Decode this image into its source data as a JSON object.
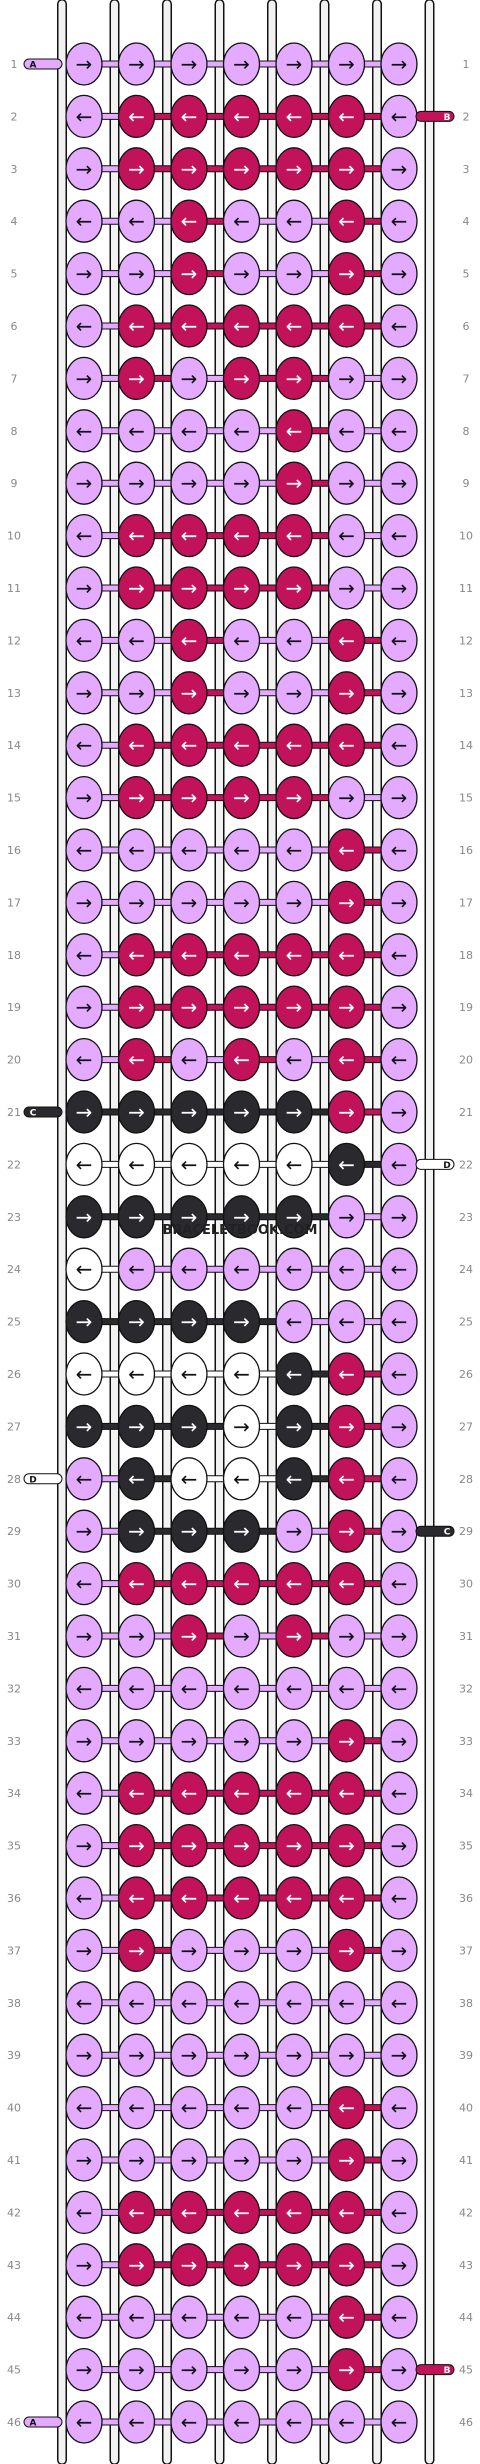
{
  "watermark": "BRACELETBOOK.COM",
  "colors": {
    "A": "#e4aaff",
    "B": "#c2135a",
    "C": "#2a2a2e",
    "D": "#ffffff",
    "outline": "#111111",
    "strand": "#f2f2f2"
  },
  "strand_tags": {
    "left": [
      {
        "row": 1,
        "letter": "A",
        "color": "A"
      },
      {
        "row": 21,
        "letter": "C",
        "color": "C"
      },
      {
        "row": 28,
        "letter": "D",
        "color": "D"
      },
      {
        "row": 46,
        "letter": "A",
        "color": "A"
      }
    ],
    "right": [
      {
        "row": 2,
        "letter": "B",
        "color": "B"
      },
      {
        "row": 22,
        "letter": "D",
        "color": "D"
      },
      {
        "row": 29,
        "letter": "C",
        "color": "C"
      },
      {
        "row": 45,
        "letter": "B",
        "color": "B"
      }
    ]
  },
  "row_numbers": [
    "1",
    "2",
    "3",
    "4",
    "5",
    "6",
    "7",
    "8",
    "9",
    "10",
    "11",
    "12",
    "13",
    "14",
    "15",
    "16",
    "17",
    "18",
    "19",
    "20",
    "21",
    "22",
    "23",
    "24",
    "25",
    "26",
    "27",
    "28",
    "29",
    "30",
    "31",
    "32",
    "33",
    "34",
    "35",
    "36",
    "37",
    "38",
    "39",
    "40",
    "41",
    "42",
    "43",
    "44",
    "45",
    "46"
  ],
  "pattern": {
    "arrow_right": "→",
    "arrow_left": "←",
    "rows": [
      "AR AR AR AR AR AR AR",
      "AL BL BL BL BL BL AL",
      "AR BR BR BR BR BR AR",
      "AL AL BL AL AL BL AL",
      "AR AR BR AR AR BR AR",
      "AL BL BL BL BL BL AL",
      "AR BR AR BR BR AR AR",
      "AL AL AL AL BL AL AL",
      "AR AR AR AR BR AR AR",
      "AL BL BL BL BL AL AL",
      "AR BR BR BR BR AR AR",
      "AL AL BL AL AL BL AL",
      "AR AR BR AR AR BR AR",
      "AL BL BL BL BL BL AL",
      "AR BR BR BR BR AR AR",
      "AL AL AL AL AL BL AL",
      "AR AR AR AR AR BR AR",
      "AL BL BL BL BL BL AL",
      "AR BR BR BR BR BR AR",
      "AL BL AL BL AL BL AL",
      "CR CR CR CR CR BR AR",
      "DL DL DL DL DL CL AL",
      "CR CR CR CR CR AR AR",
      "DL AL AL AL AL AL AL",
      "CR CR CR CR AL AL AL",
      "DL DL DL DL CL BL AL",
      "CR CR CR DR CR BR AR",
      "AL CL DL DL CL BL AL",
      "AR CR CR CR AR BR AR",
      "AL BL BL BL BL BL AL",
      "AR AR BR AR BR AR AR",
      "AL AL AL AL AL AL AL",
      "AR AR AR AR AR BR AR",
      "AL BL BL BL BL BL AL",
      "AR BR BR BR BR BR AR",
      "AL BL BL BL BL BL AL",
      "AR BR AR AR AR BR AR",
      "AL AL AL AL AL AL AL",
      "AR AR AR AR AR AR AR",
      "AL AL AL AL AL BL AL",
      "AR AR AR AR AR BR AR",
      "AL BL BL BL BL BL AL",
      "AR BR BR BR BR BR AR",
      "AL AL AL AL AL BL AL",
      "AR AR AR AR AR BR AR",
      "AL AL AL AL AL AL AL"
    ]
  }
}
